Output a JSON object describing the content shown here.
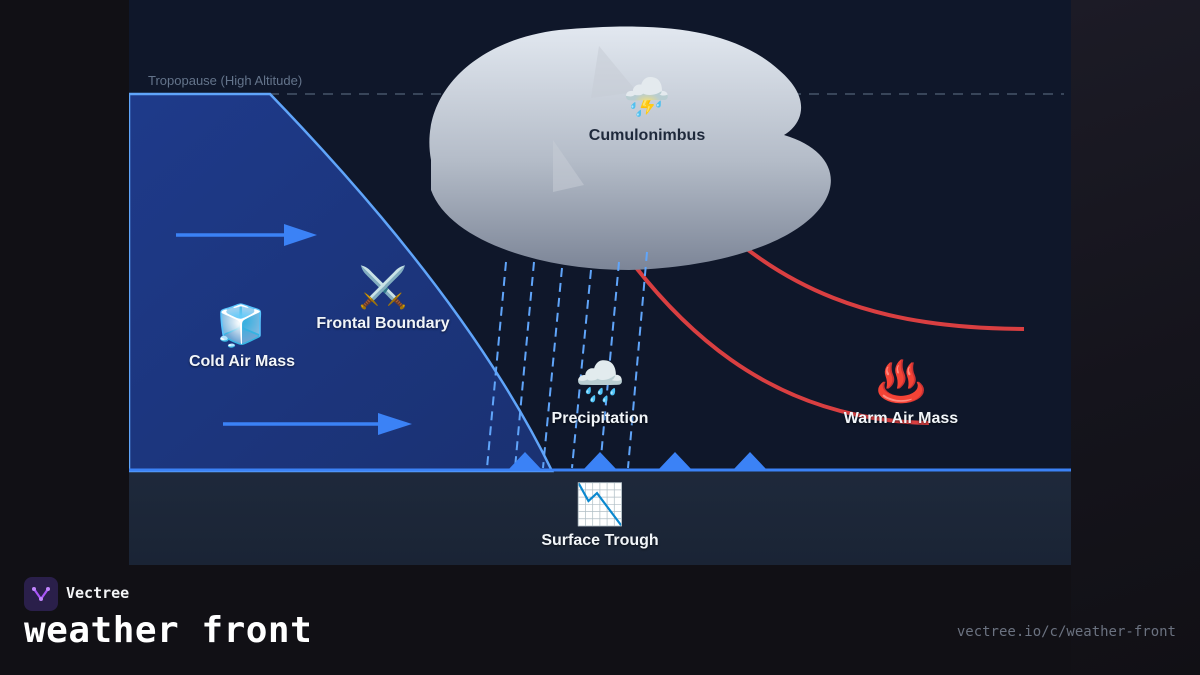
{
  "diagram": {
    "tropopause_label": "Tropopause (High Altitude)",
    "cloud": {
      "emoji": "⛈️",
      "label": "Cumulonimbus"
    },
    "cold_air": {
      "emoji": "🧊",
      "label": "Cold Air Mass"
    },
    "boundary": {
      "emoji": "⚔️",
      "label": "Frontal Boundary"
    },
    "precipitation": {
      "emoji": "🌧️",
      "label": "Precipitation"
    },
    "warm_air": {
      "emoji": "♨️",
      "label": "Warm Air Mass"
    },
    "trough": {
      "emoji": "📉",
      "label": "Surface Trough"
    },
    "colors": {
      "background": "#0f172a",
      "cold_front": "#3b82f6",
      "warm_arrow": "#ef4444",
      "ground": "#1e293b"
    }
  },
  "footer": {
    "brand": "Vectree",
    "title": "weather front",
    "url": "vectree.io/c/weather-front"
  }
}
